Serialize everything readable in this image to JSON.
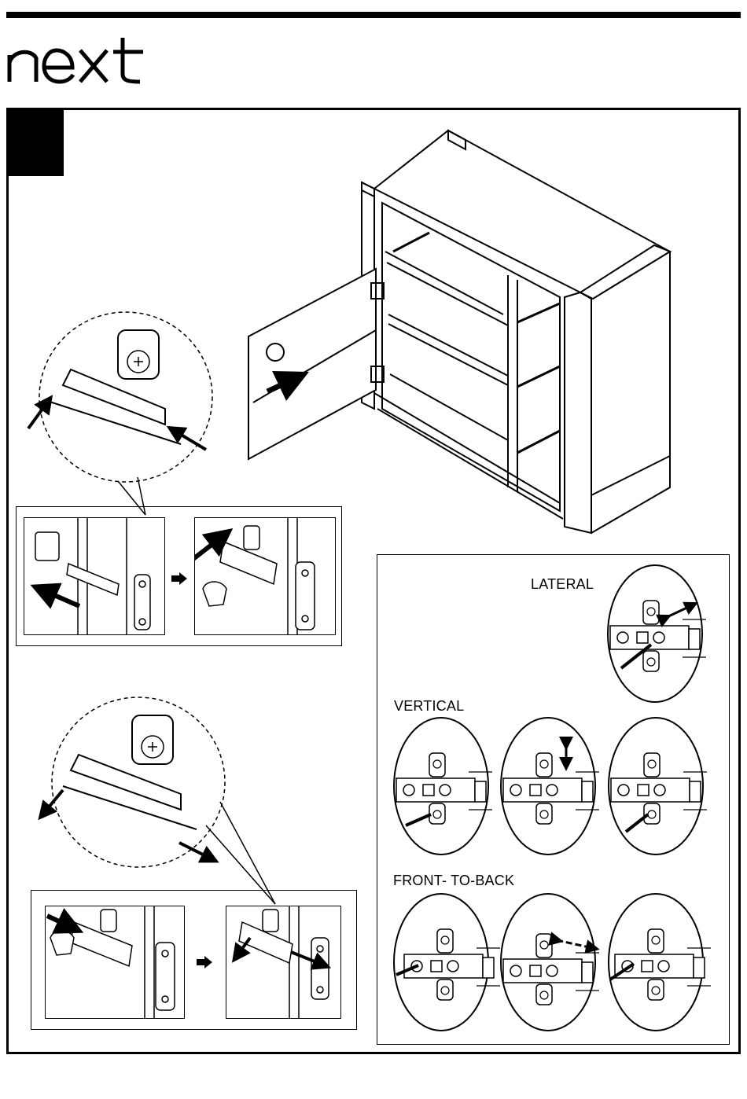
{
  "brand": {
    "logo_text": "next"
  },
  "adjustments": {
    "lateral_label": "LATERAL",
    "vertical_label": "VERTICAL",
    "front_to_back_label": "FRONT- TO-BACK"
  },
  "icons": {
    "logo": "next-logo",
    "step_badge": "step-number-badge",
    "cabinet": "cabinet-illustration",
    "hinge": "cabinet-hinge-icon",
    "screwdriver": "screwdriver-icon",
    "arrow": "direction-arrow-icon"
  },
  "colors": {
    "ink": "#000000",
    "paper": "#ffffff"
  }
}
